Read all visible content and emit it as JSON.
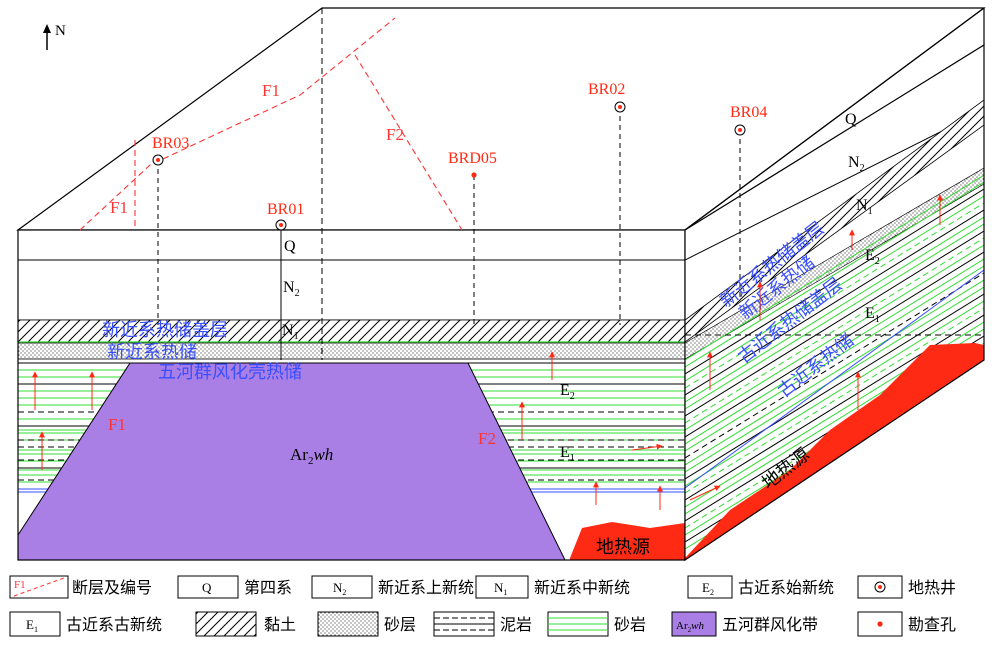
{
  "compass": {
    "label": "N"
  },
  "faults": {
    "f1": "F1",
    "f2": "F2"
  },
  "wells": {
    "br01": "BR01",
    "br02": "BR02",
    "br03": "BR03",
    "br04": "BR04",
    "brd05": "BRD05"
  },
  "strata_labels": {
    "q": "Q",
    "n2": {
      "base": "N",
      "sub": "2"
    },
    "n1": {
      "base": "N",
      "sub": "1"
    },
    "e2": {
      "base": "E",
      "sub": "2"
    },
    "e1": {
      "base": "E",
      "sub": "1"
    },
    "ar": {
      "base": "Ar",
      "sub": "2",
      "italic": "wh"
    }
  },
  "blue_labels": {
    "front_cap": "新近系热储盖层",
    "front_res": "新近系热储",
    "front_weather": "五河群风化壳热储",
    "side_ncap": "新近系热储盖层",
    "side_nres": "新近系热储",
    "side_ecap": "古近系热储盖层",
    "side_eres": "古近系热储"
  },
  "heat_source": {
    "front": "地热源",
    "side": "地热源"
  },
  "colors": {
    "purple": "#a97fe6",
    "red": "#ff2a14",
    "blue_text": "#3a4fff",
    "sand_green": "#33dd33",
    "fault_red": "#ff3333"
  },
  "legend": {
    "items": [
      {
        "sym": "F1",
        "label": "断层及编号"
      },
      {
        "sym": "Q",
        "label": "第四系"
      },
      {
        "sym": "N2",
        "label": "新近系上新统"
      },
      {
        "sym": "N1",
        "label": "新近系中新统"
      },
      {
        "sym": "E2",
        "label": "古近系始新统"
      },
      {
        "sym": "well",
        "label": "地热井"
      },
      {
        "sym": "E1",
        "label": "古近系古新统"
      },
      {
        "sym": "clay",
        "label": "黏土"
      },
      {
        "sym": "sandlayer",
        "label": "砂层"
      },
      {
        "sym": "mudstone",
        "label": "泥岩"
      },
      {
        "sym": "sandstone",
        "label": "砂岩"
      },
      {
        "sym": "Ar2wh",
        "label": "五河群风化带"
      },
      {
        "sym": "probe",
        "label": "勘查孔"
      }
    ]
  }
}
